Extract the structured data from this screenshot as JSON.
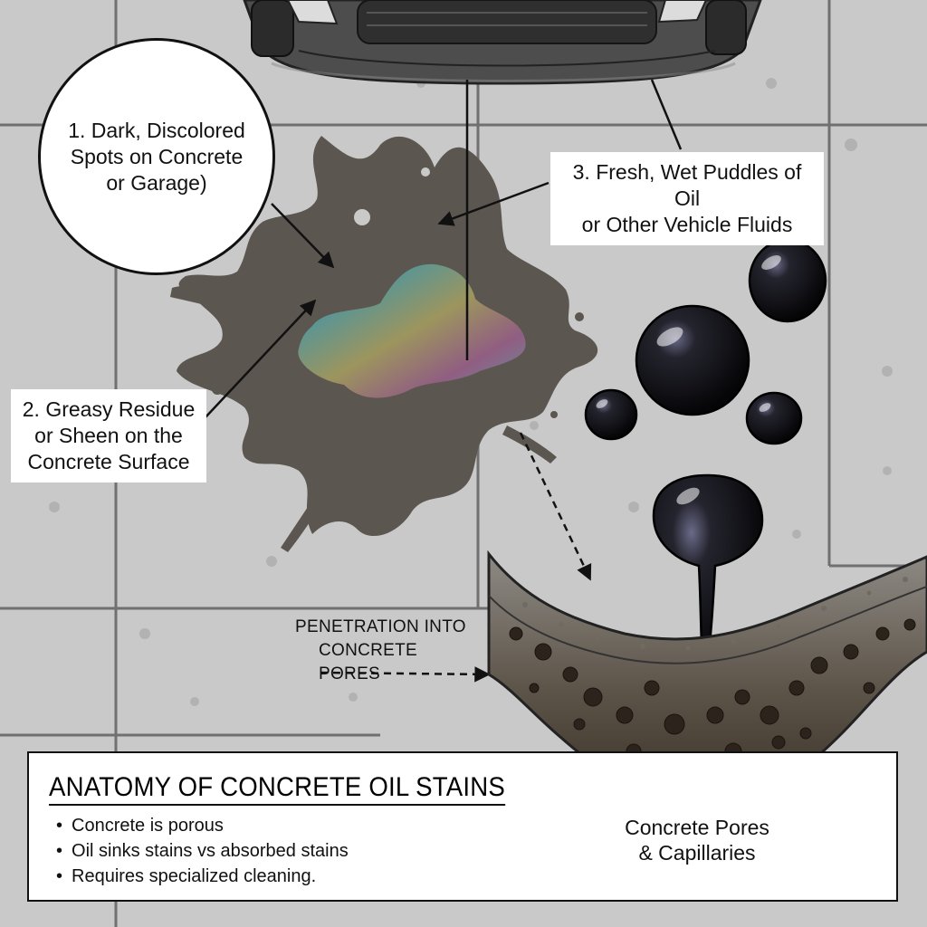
{
  "callouts": {
    "dark_spots": {
      "line1": "1. Dark, Discolored",
      "line2": "Spots on Concrete",
      "line3": "or Garage)"
    },
    "greasy_residue": {
      "line1": "2. Greasy Residue",
      "line2": "or Sheen on the",
      "line3": "Concrete Surface"
    },
    "fresh_puddles": {
      "line1": "3. Fresh, Wet Puddles of Oil",
      "line2": "or Other Vehicle Fluids"
    }
  },
  "penetration": {
    "line1": "PENETRATION INTO",
    "line2": "CONCRETE PORES"
  },
  "pores": {
    "line1": "Concrete Pores",
    "line2": "& Capillaries"
  },
  "info_panel": {
    "title": "ANATOMY OF CONCRETE OIL STAINS",
    "bullets": [
      "Concrete is porous",
      "Oil sinks stains vs absorbed stains",
      "Requires specialized cleaning."
    ]
  },
  "colors": {
    "concrete": "#c9c9c9",
    "joint": "#707070",
    "stain": "#5b5650",
    "oil": "#0e0e14",
    "car_body": "#4a4a4a",
    "slab_aggregate": "#3a3128"
  },
  "icons": [
    "car-front-icon",
    "oil-drop-icon"
  ]
}
